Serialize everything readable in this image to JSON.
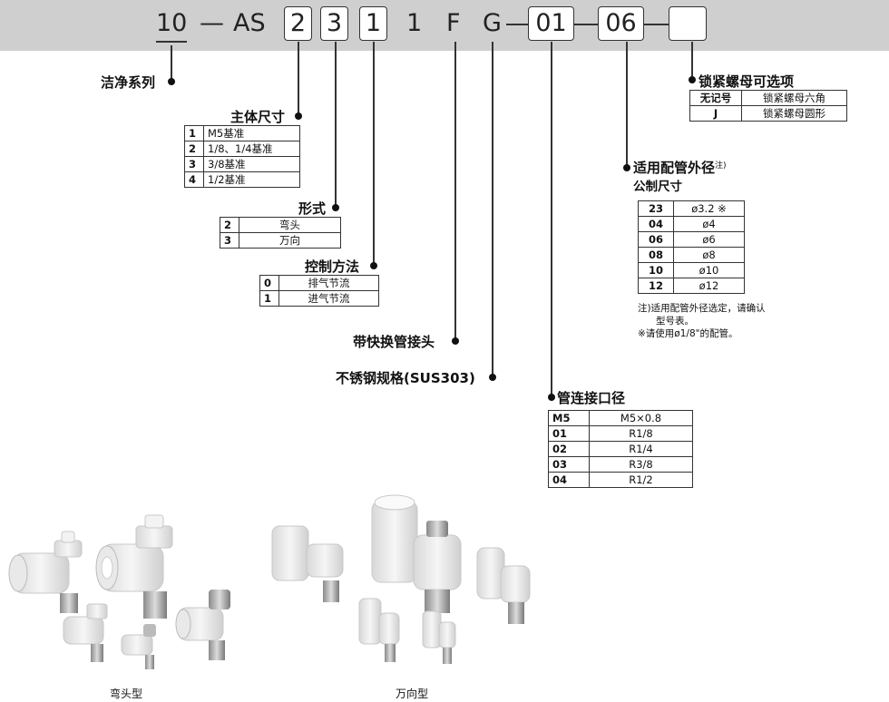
{
  "code": {
    "prefix": "10",
    "dash": "—",
    "series": "AS",
    "box_size": "2",
    "box_type": "3",
    "box_control": "1",
    "plain_1": "1",
    "plain_f": "F",
    "plain_g": "G",
    "box_port": "01",
    "box_tube": "06",
    "box_option": ""
  },
  "labels": {
    "clean_series": "洁净系列",
    "body_size": "主体尺寸",
    "type": "形式",
    "control": "控制方法",
    "one_touch": "带快换管接头",
    "stainless": "不锈钢规格(SUS303)",
    "port": "管连接口径",
    "tube_od": "适用配管外径",
    "tube_od_note_mark": "注)",
    "metric": "公制尺寸",
    "nut_option": "锁紧螺母可选项"
  },
  "tables": {
    "body_size": [
      {
        "k": "1",
        "v": "M5基准"
      },
      {
        "k": "2",
        "v": "1/8、1/4基准"
      },
      {
        "k": "3",
        "v": "3/8基准"
      },
      {
        "k": "4",
        "v": "1/2基准"
      }
    ],
    "type": [
      {
        "k": "2",
        "v": "弯头"
      },
      {
        "k": "3",
        "v": "万向"
      }
    ],
    "control": [
      {
        "k": "0",
        "v": "排气节流"
      },
      {
        "k": "1",
        "v": "进气节流"
      }
    ],
    "port": [
      {
        "k": "M5",
        "v": "M5×0.8"
      },
      {
        "k": "01",
        "v": "R1/8"
      },
      {
        "k": "02",
        "v": "R1/4"
      },
      {
        "k": "03",
        "v": "R3/8"
      },
      {
        "k": "04",
        "v": "R1/2"
      }
    ],
    "tube": [
      {
        "k": "23",
        "v": "ø3.2 ※"
      },
      {
        "k": "04",
        "v": "ø4"
      },
      {
        "k": "06",
        "v": "ø6"
      },
      {
        "k": "08",
        "v": "ø8"
      },
      {
        "k": "10",
        "v": "ø10"
      },
      {
        "k": "12",
        "v": "ø12"
      }
    ],
    "nut": [
      {
        "k": "无记号",
        "v": "锁紧螺母六角"
      },
      {
        "k": "J",
        "v": "锁紧螺母圆形"
      }
    ]
  },
  "notes": {
    "line1": "注)适用配管外径选定，请确认",
    "line2": "型号表。",
    "line3": "※请使用ø1/8\"的配管。"
  },
  "captions": {
    "elbow": "弯头型",
    "universal": "万向型"
  }
}
